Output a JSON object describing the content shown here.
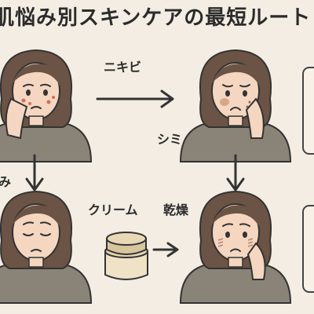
{
  "title": "肌悩み別スキンケアの最短ルート",
  "labels": {
    "acne": "ニキビ",
    "spots": "シミ",
    "left_partial": "み",
    "cream": "クリーム",
    "dry": "乾燥"
  },
  "colors": {
    "background": "#f3ede3",
    "hair": "#6b5445",
    "skin": "#f5d6c0",
    "shirt": "#8a8478",
    "ink": "#2b2b2b"
  }
}
